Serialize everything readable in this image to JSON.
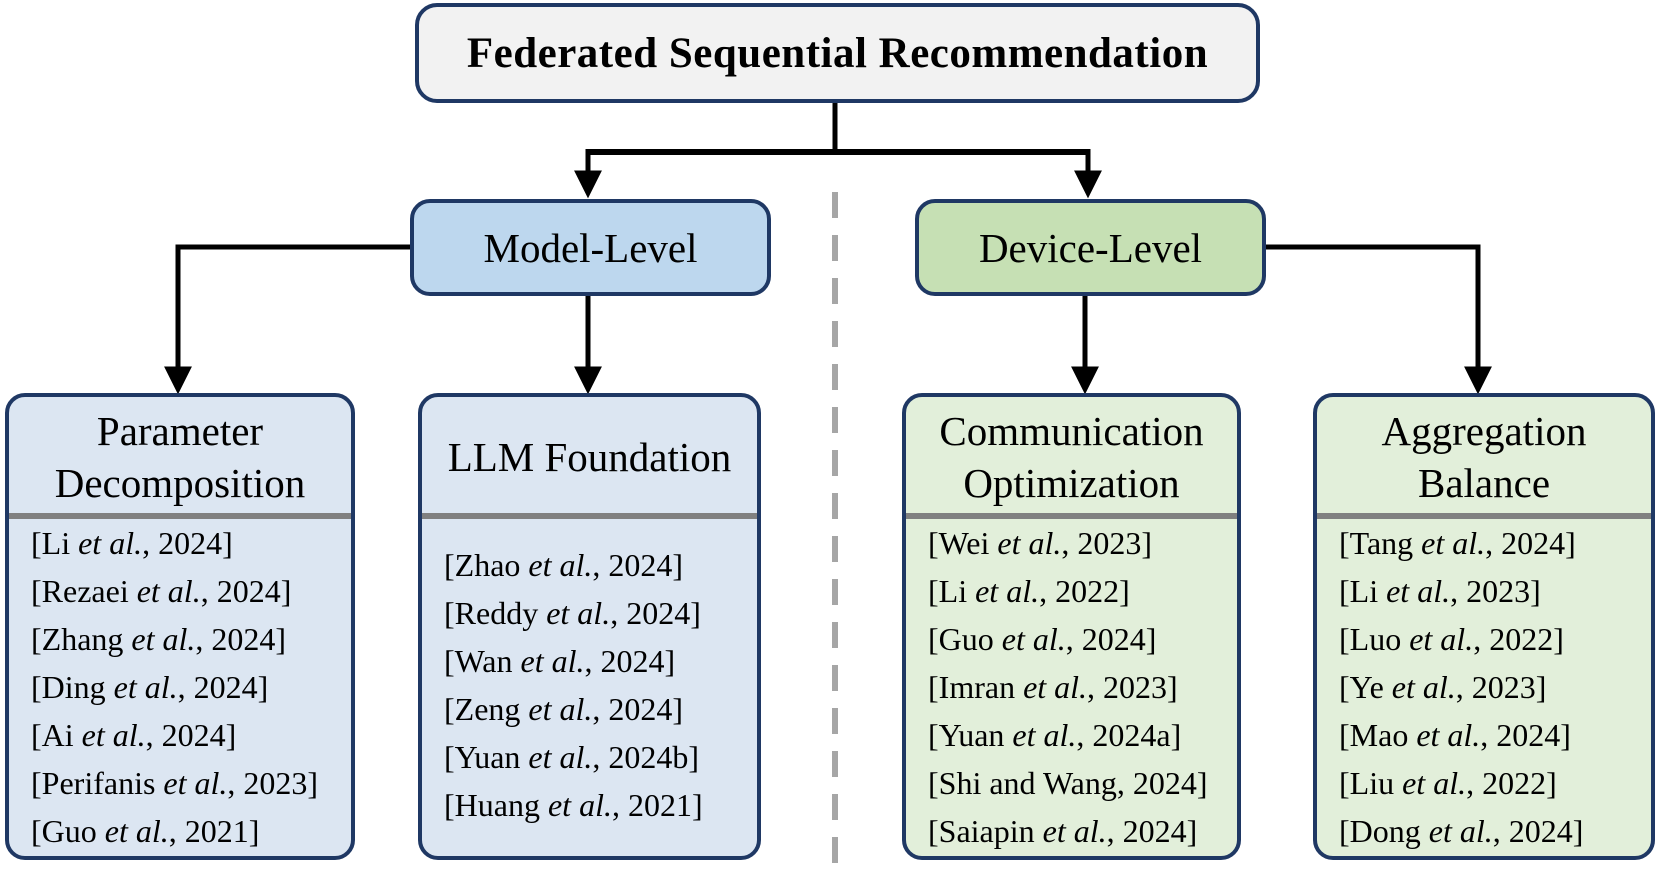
{
  "diagram": {
    "root": {
      "label": "Federated Sequential Recommendation"
    },
    "branches": [
      {
        "label": "Model-Level"
      },
      {
        "label": "Device-Level"
      }
    ],
    "categories": [
      {
        "title": "Parameter Decomposition",
        "parent": "Model-Level",
        "citations": [
          "[Li et al., 2024]",
          "[Rezaei et al., 2024]",
          "[Zhang et al., 2024]",
          "[Ding et al., 2024]",
          "[Ai et al., 2024]",
          "[Perifanis et al., 2023]",
          "[Guo et al., 2021]"
        ]
      },
      {
        "title": "LLM Foundation",
        "parent": "Model-Level",
        "citations": [
          "[Zhao et al., 2024]",
          "[Reddy et al., 2024]",
          "[Wan et al., 2024]",
          "[Zeng et al., 2024]",
          "[Yuan et al., 2024b]",
          "[Huang et al., 2021]"
        ]
      },
      {
        "title": "Communication Optimization",
        "parent": "Device-Level",
        "citations": [
          "[Wei et al., 2023]",
          "[Li et al., 2022]",
          "[Guo et al., 2024]",
          "[Imran et al., 2023]",
          "[Yuan et al., 2024a]",
          "[Shi and Wang, 2024]",
          "[Saiapin et al., 2024]"
        ]
      },
      {
        "title": "Aggregation Balance",
        "parent": "Device-Level",
        "citations": [
          "[Tang et al., 2024]",
          "[Li et al., 2023]",
          "[Luo et al., 2022]",
          "[Ye et al., 2023]",
          "[Mao et al., 2024]",
          "[Liu et al., 2022]",
          "[Dong et al., 2024]"
        ]
      }
    ],
    "colors": {
      "border_navy": "#1f3864",
      "root_fill": "#f2f2f2",
      "model_fill": "#bdd7ee",
      "device_fill": "#c6e0b4",
      "model_leaf_fill": "#dce6f2",
      "device_leaf_fill": "#e2efda",
      "separator_gray": "#808080",
      "divider_gray": "#a6a6a6",
      "connector_black": "#000000"
    }
  }
}
